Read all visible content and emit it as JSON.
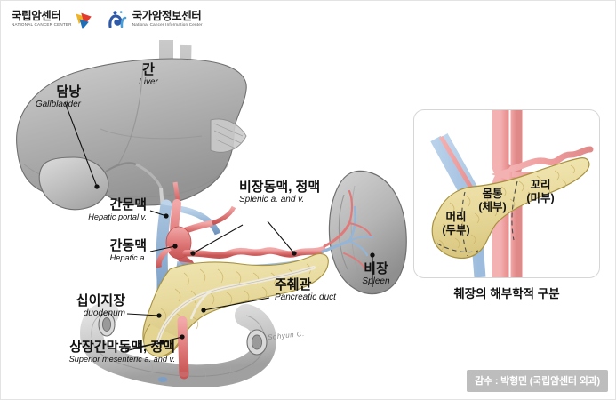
{
  "header": {
    "logos": [
      {
        "kr": "국립암센터",
        "en": "NATIONAL CANCER CENTER",
        "icon": "ncc-ribbon-logo"
      },
      {
        "kr": "국가암정보센터",
        "en": "National Cancer Information Center",
        "icon": "ncic-figure-logo"
      }
    ]
  },
  "figure": {
    "title_alt": "췌장과 주변 장기 해부도",
    "labels": {
      "gallbladder": {
        "kr": "담낭",
        "en": "Gallbladder"
      },
      "liver": {
        "kr": "간",
        "en": "Liver"
      },
      "hepatic_portal_v": {
        "kr": "간문맥",
        "en": "Hepatic portal v."
      },
      "hepatic_a": {
        "kr": "간동맥",
        "en": "Hepatic a."
      },
      "splenic_av": {
        "kr": "비장동맥, 정맥",
        "en": "Splenic a. and v."
      },
      "pancreatic_duct": {
        "kr": "주췌관",
        "en": "Pancreatic duct"
      },
      "spleen": {
        "kr": "비장",
        "en": "Spleen"
      },
      "duodenum": {
        "kr": "십이지장",
        "en": "duodenum"
      },
      "superior_mesenteric": {
        "kr": "상장간막동맥, 정맥",
        "en": "Superior mesenteric a. and v."
      }
    },
    "artist_signature": "Sohyun C."
  },
  "panel": {
    "caption": "췌장의 해부학적 구분",
    "regions": [
      {
        "id": "head",
        "line1": "머리",
        "line2": "(두부)"
      },
      {
        "id": "body",
        "line1": "몸통",
        "line2": "(체부)"
      },
      {
        "id": "tail",
        "line1": "꼬리",
        "line2": "(미부)"
      }
    ]
  },
  "credit": {
    "text": "감수 : 박형민 (국립암센터 외과)"
  },
  "colors": {
    "pancreas": "#e9dca2",
    "pancreas_dark": "#d6c478",
    "artery": "#e98d8d",
    "artery_dark": "#d25c5c",
    "vein": "#9fbedd",
    "vein_dark": "#6f96c0",
    "organ_gray": "#b9b9b9",
    "organ_gray_dark": "#8d8d8d",
    "credit_bg": "#bdbdbd",
    "panel_border": "#d6d6d6"
  }
}
